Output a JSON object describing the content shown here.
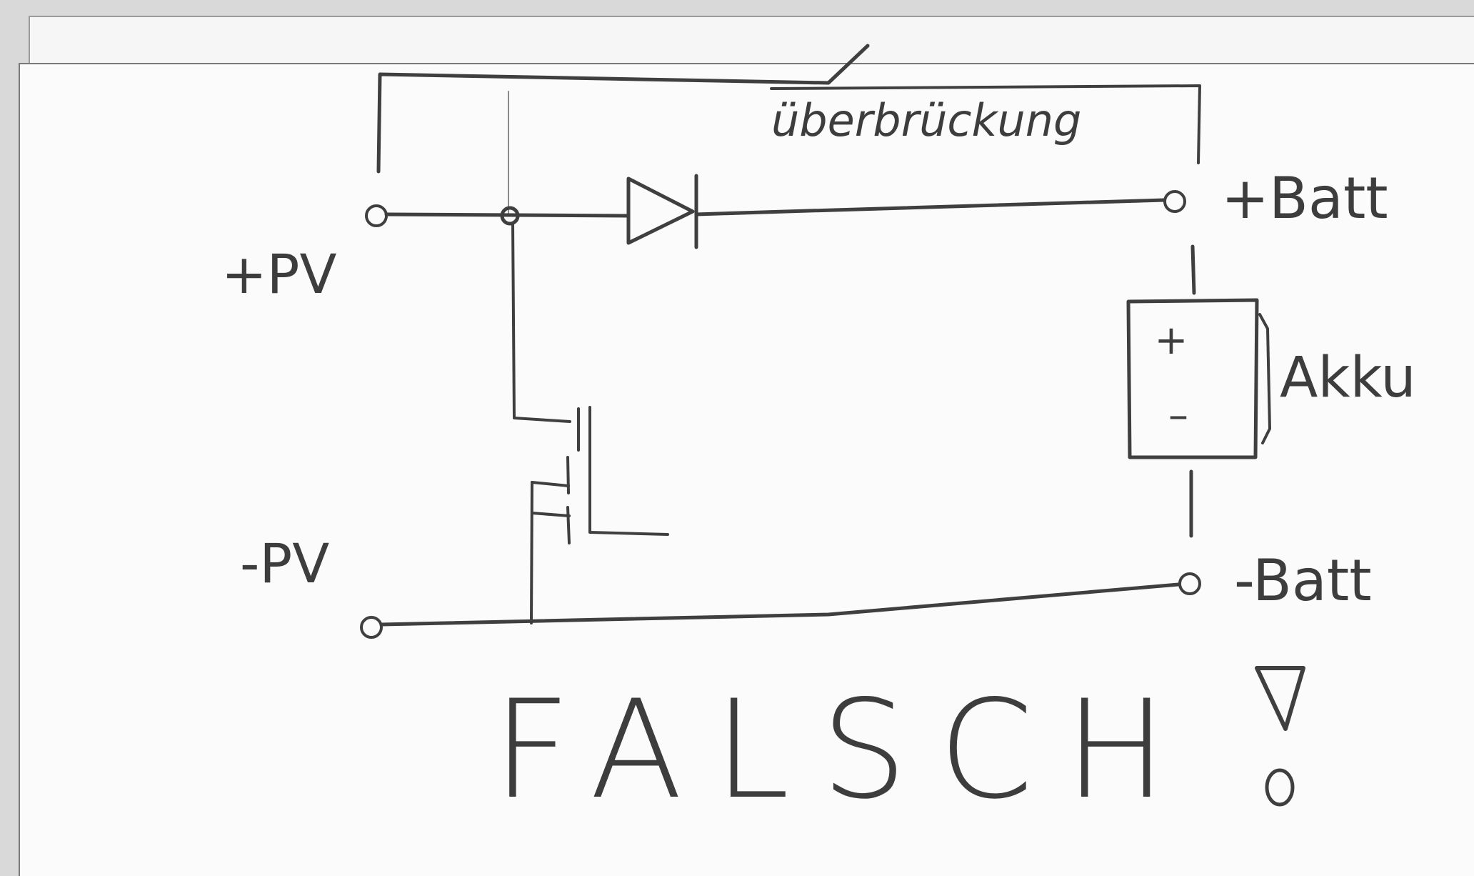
{
  "labels": {
    "bypass": "überbrückung",
    "pv_plus": "+PV",
    "pv_minus": "-PV",
    "batt_plus": "+Batt",
    "batt_minus": "-Batt",
    "battery": "Akku",
    "battery_plus": "+",
    "battery_minus": "–",
    "verdict": "FALSCH",
    "exclamation": "!"
  },
  "colors": {
    "pencil": "#3f3f3f",
    "paper": "#fbfbfb"
  }
}
